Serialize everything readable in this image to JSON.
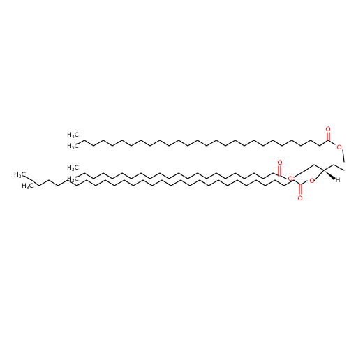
{
  "colors": {
    "bond": "#000000",
    "oxygen": "#ff0000",
    "background": "#ffffff"
  },
  "atoms": {
    "oxygen": "O",
    "hydrogen": "H",
    "methyl_h": "H",
    "methyl_c": "C",
    "methyl_sub": "3"
  },
  "labels": {
    "chain1_methyl": "H3C",
    "chain2_methyl": "H3C",
    "chain3_methyl": "H3C",
    "chain3_ethyl": "H3C",
    "stereo_h": "H"
  }
}
